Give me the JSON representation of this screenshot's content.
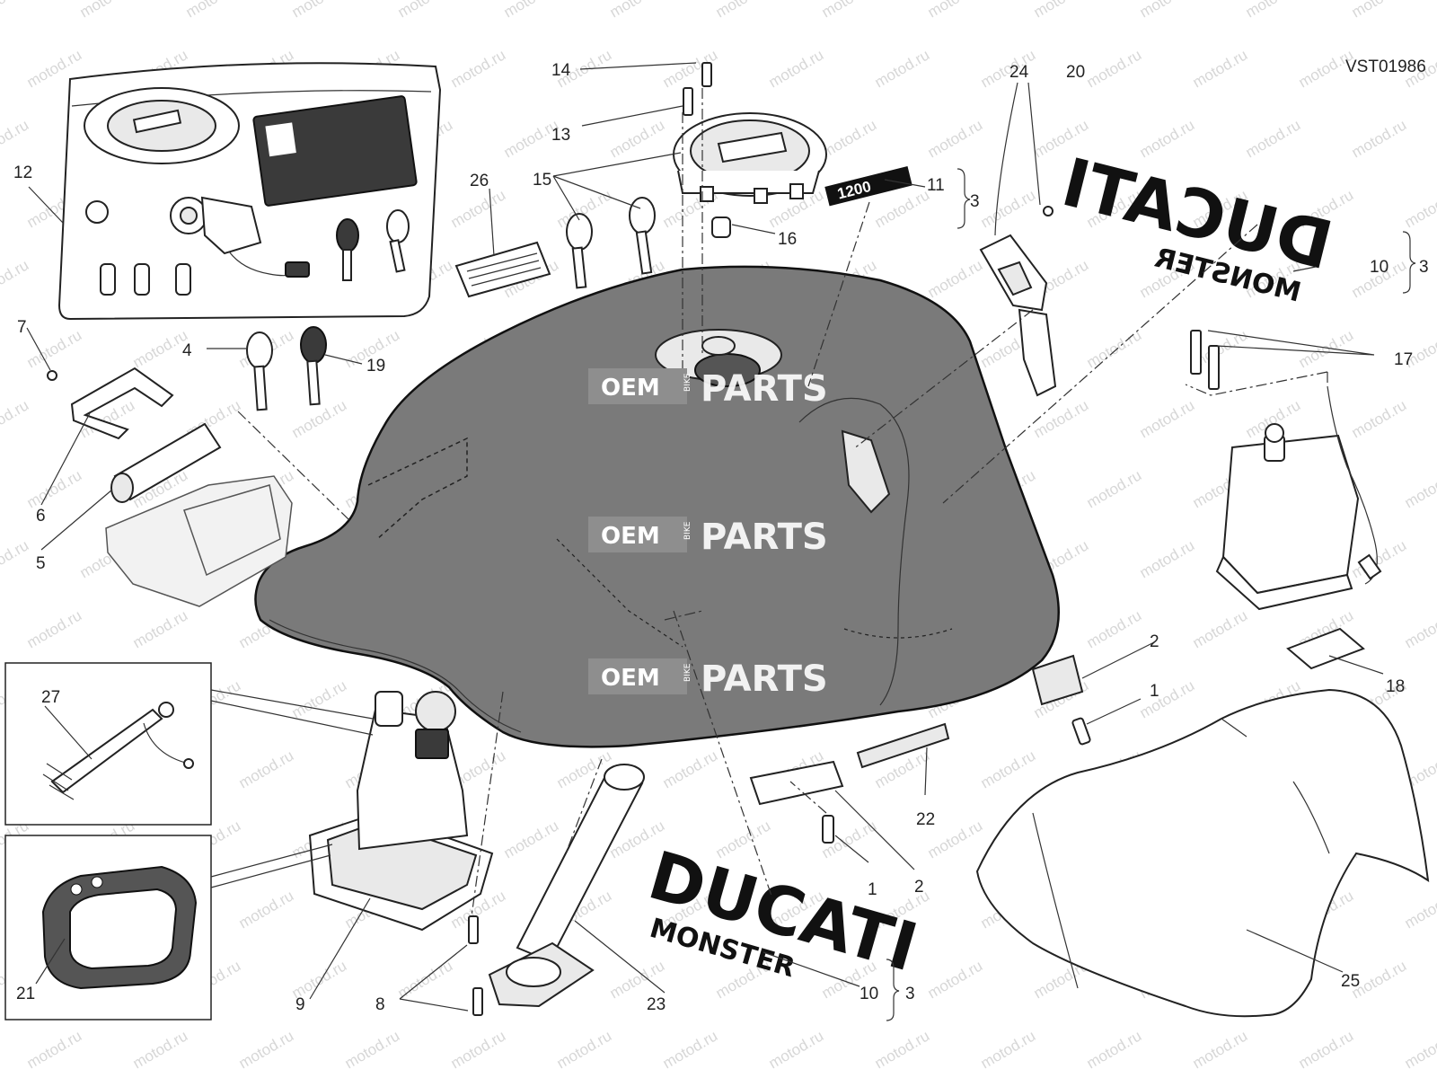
{
  "diagram": {
    "code": "VST01986",
    "watermark": "motod.ru",
    "stamp": {
      "oem": "OEM",
      "bike": "BIKE",
      "parts": "PARTS"
    },
    "logo_text": {
      "brand": "DUCATI",
      "model": "MONSTER",
      "badge": "1200"
    },
    "callouts": [
      {
        "id": "c1a",
        "text": "1"
      },
      {
        "id": "c1b",
        "text": "1"
      },
      {
        "id": "c2a",
        "text": "2"
      },
      {
        "id": "c2b",
        "text": "2"
      },
      {
        "id": "c3a",
        "text": "3"
      },
      {
        "id": "c3b",
        "text": "3"
      },
      {
        "id": "c3c",
        "text": "3"
      },
      {
        "id": "c4",
        "text": "4"
      },
      {
        "id": "c5",
        "text": "5"
      },
      {
        "id": "c6",
        "text": "6"
      },
      {
        "id": "c7",
        "text": "7"
      },
      {
        "id": "c8",
        "text": "8"
      },
      {
        "id": "c9",
        "text": "9"
      },
      {
        "id": "c10a",
        "text": "10"
      },
      {
        "id": "c10b",
        "text": "10"
      },
      {
        "id": "c11",
        "text": "11"
      },
      {
        "id": "c12",
        "text": "12"
      },
      {
        "id": "c13",
        "text": "13"
      },
      {
        "id": "c14",
        "text": "14"
      },
      {
        "id": "c15",
        "text": "15"
      },
      {
        "id": "c16",
        "text": "16"
      },
      {
        "id": "c17",
        "text": "17"
      },
      {
        "id": "c18",
        "text": "18"
      },
      {
        "id": "c19",
        "text": "19"
      },
      {
        "id": "c20",
        "text": "20"
      },
      {
        "id": "c21",
        "text": "21"
      },
      {
        "id": "c22",
        "text": "22"
      },
      {
        "id": "c23",
        "text": "23"
      },
      {
        "id": "c24",
        "text": "24"
      },
      {
        "id": "c25",
        "text": "25"
      },
      {
        "id": "c26",
        "text": "26"
      },
      {
        "id": "c27",
        "text": "27"
      }
    ]
  }
}
